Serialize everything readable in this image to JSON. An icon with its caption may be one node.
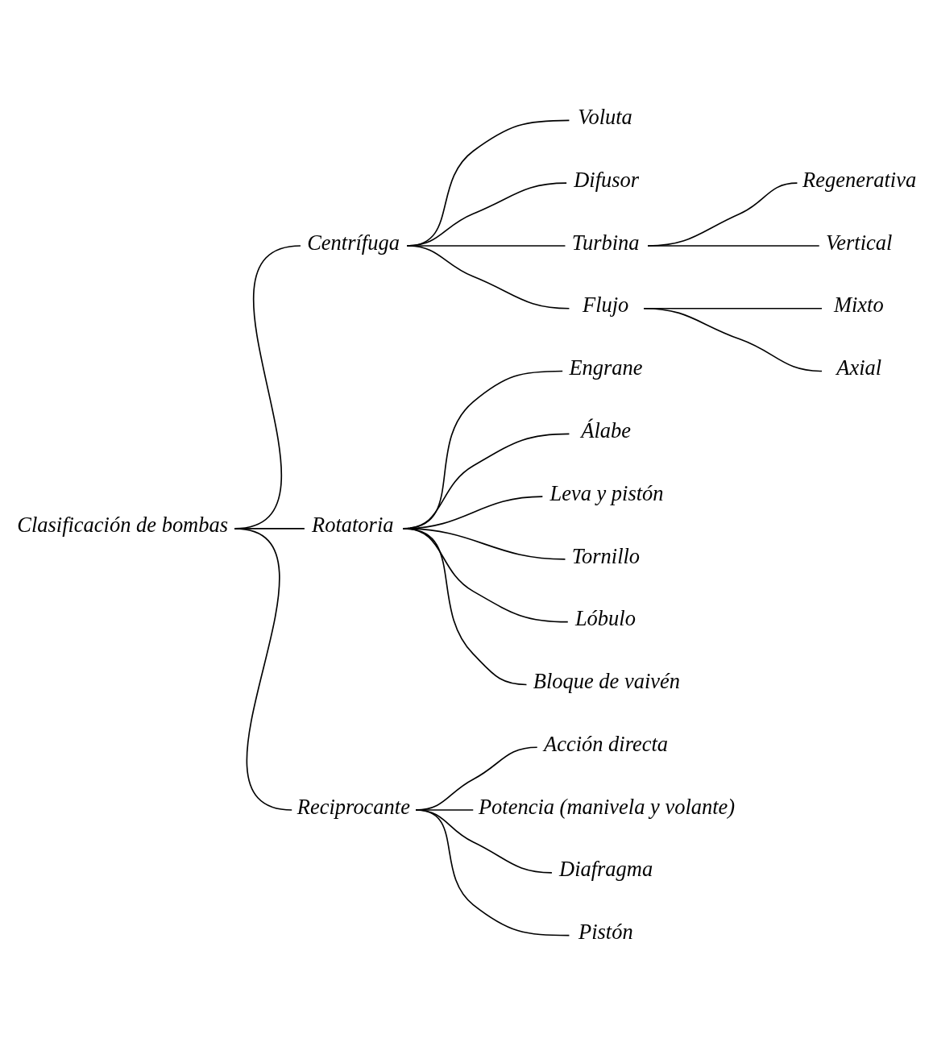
{
  "diagram": {
    "nodes": [
      {
        "text": [
          "Clasificación de bombas"
        ]
      },
      {
        "text": [
          "Centrífuga"
        ]
      },
      {
        "text": [
          "Voluta"
        ]
      },
      {
        "text": [
          "Difusor"
        ]
      },
      {
        "text": [
          "Turbina"
        ]
      },
      {
        "text": [
          "Regenerativa"
        ]
      },
      {
        "text": [
          "Vertical"
        ]
      },
      {
        "text": [
          "Flujo"
        ]
      },
      {
        "text": [
          "Mixto"
        ]
      },
      {
        "text": [
          "Axial"
        ]
      },
      {
        "text": [
          "Rotatoria"
        ]
      },
      {
        "text": [
          "Engrane"
        ]
      },
      {
        "text": [
          "Álabe"
        ]
      },
      {
        "text": [
          "Leva y pistón"
        ]
      },
      {
        "text": [
          "Tornillo"
        ]
      },
      {
        "text": [
          "Lóbulo"
        ]
      },
      {
        "text": [
          "Bloque de vaivén"
        ]
      },
      {
        "text": [
          "Reciprocante"
        ]
      },
      {
        "text": [
          "Acción directa"
        ]
      },
      {
        "text": [
          "Potencia (manivela y volante)"
        ]
      },
      {
        "text": [
          "Diafragma"
        ]
      },
      {
        "text": [
          "Pistón"
        ]
      }
    ],
    "edges": [
      {
        "from": 0,
        "to": 1,
        "arrow": "none"
      },
      {
        "from": 0,
        "to": 10,
        "arrow": "none"
      },
      {
        "from": 0,
        "to": 17,
        "arrow": "none"
      },
      {
        "from": 1,
        "to": 2,
        "arrow": "none"
      },
      {
        "from": 1,
        "to": 3,
        "arrow": "none"
      },
      {
        "from": 1,
        "to": 4,
        "arrow": "none"
      },
      {
        "from": 1,
        "to": 7,
        "arrow": "none"
      },
      {
        "from": 4,
        "to": 5,
        "arrow": "none"
      },
      {
        "from": 4,
        "to": 6,
        "arrow": "none"
      },
      {
        "from": 7,
        "to": 8,
        "arrow": "none"
      },
      {
        "from": 7,
        "to": 9,
        "arrow": "none"
      },
      {
        "from": 10,
        "to": 11,
        "arrow": "none"
      },
      {
        "from": 10,
        "to": 12,
        "arrow": "none"
      },
      {
        "from": 10,
        "to": 13,
        "arrow": "none"
      },
      {
        "from": 10,
        "to": 14,
        "arrow": "none"
      },
      {
        "from": 10,
        "to": 15,
        "arrow": "none"
      },
      {
        "from": 10,
        "to": 16,
        "arrow": "none"
      },
      {
        "from": 17,
        "to": 18,
        "arrow": "none"
      },
      {
        "from": 17,
        "to": 19,
        "arrow": "none"
      },
      {
        "from": 17,
        "to": 20,
        "arrow": "none"
      },
      {
        "from": 17,
        "to": 21,
        "arrow": "none"
      }
    ]
  }
}
